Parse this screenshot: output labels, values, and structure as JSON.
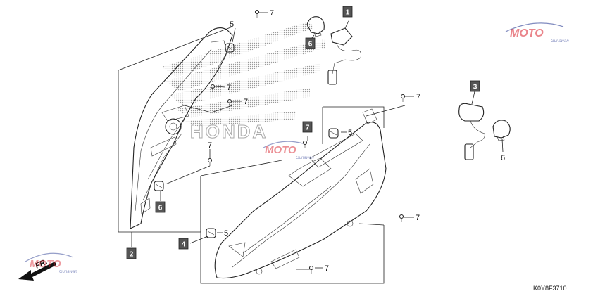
{
  "diagram": {
    "code": "K0Y8F3710",
    "brand_mark": "HONDA",
    "front_arrow": "FR.",
    "watermark": "MOTO",
    "watermark_sub": "Gunawan",
    "boxed_part_numbers": [
      "1",
      "2",
      "3",
      "4",
      "6",
      "6",
      "7"
    ],
    "part_callouts": [
      "7",
      "5",
      "7",
      "7",
      "7",
      "5",
      "7",
      "6",
      "5",
      "7",
      "7"
    ]
  },
  "colors": {
    "box_fill": "#555555",
    "line": "#222222",
    "watermark_red": "#d9232e",
    "watermark_blue": "#2c3e94",
    "honda_wing_dots": "#9a9a9a"
  }
}
